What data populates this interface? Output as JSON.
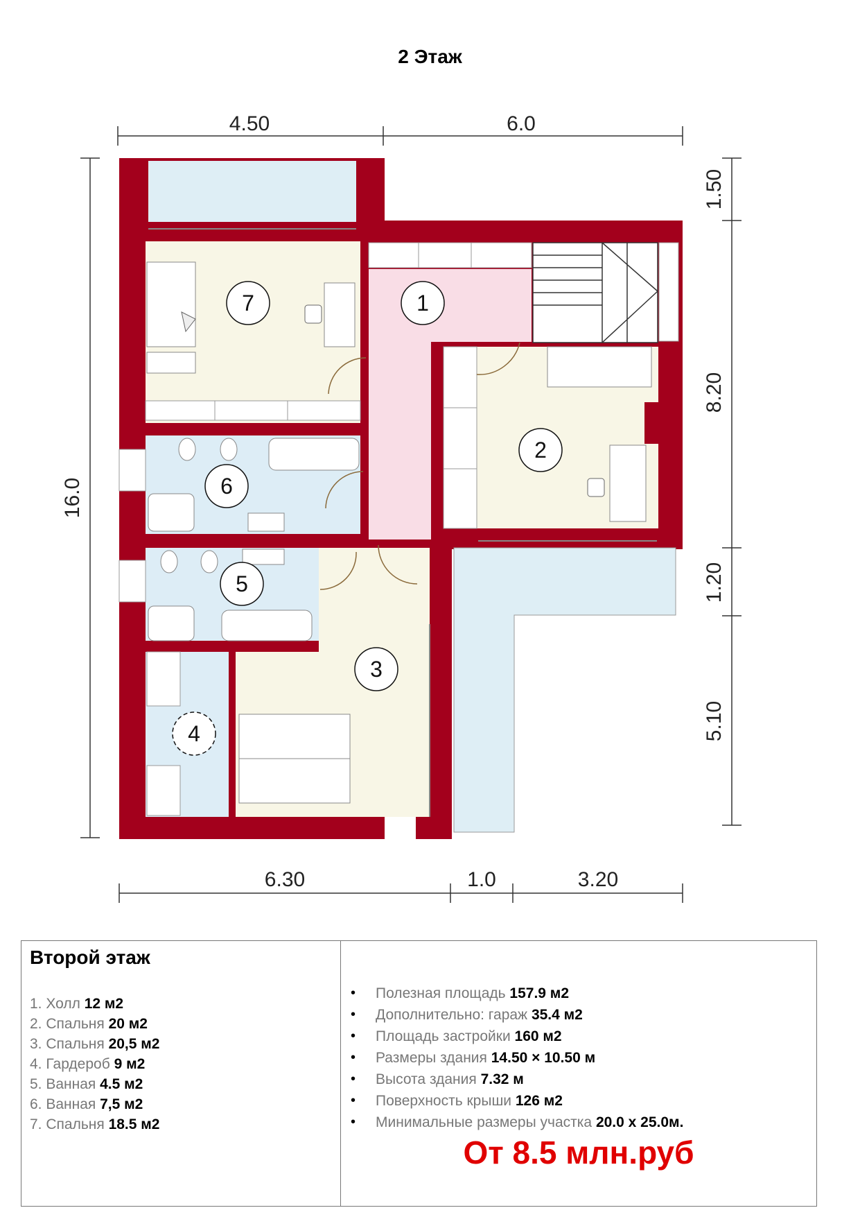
{
  "page": {
    "title": "2 Этаж"
  },
  "colors": {
    "wall": "#a3001c",
    "hall": "#f9dde6",
    "room": "#f8f6e6",
    "bath": "#ddedf6",
    "terrace": "#deeef5",
    "price": "#e00000"
  },
  "dimensions": {
    "top": [
      "4.50",
      "6.0"
    ],
    "bottom": [
      "6.30",
      "1.0",
      "3.20"
    ],
    "left": [
      "16.0"
    ],
    "right": [
      "1.50",
      "8.20",
      "1.20",
      "5.10"
    ]
  },
  "rooms": [
    {
      "num": "1",
      "name": "Холл"
    },
    {
      "num": "2",
      "name": "Спальня"
    },
    {
      "num": "3",
      "name": "Спальня"
    },
    {
      "num": "4",
      "name": "Гардероб"
    },
    {
      "num": "5",
      "name": "Ванная"
    },
    {
      "num": "6",
      "name": "Ванная"
    },
    {
      "num": "7",
      "name": "Спальня"
    }
  ],
  "info": {
    "heading": "Второй этаж",
    "room_list": [
      {
        "label": "1. Холл ",
        "value": "12 м2"
      },
      {
        "label": "2. Спальня ",
        "value": "20 м2"
      },
      {
        "label": "3. Спальня ",
        "value": "20,5 м2"
      },
      {
        "label": "4. Гардероб ",
        "value": "9 м2"
      },
      {
        "label": "5. Ванная ",
        "value": "4.5 м2"
      },
      {
        "label": "6. Ванная ",
        "value": "7,5 м2"
      },
      {
        "label": "7. Спальня ",
        "value": "18.5 м2"
      }
    ],
    "specs": [
      {
        "label": "Полезная площадь ",
        "value": "157.9 м2"
      },
      {
        "label": "Дополнительно: гараж ",
        "value": "35.4 м2"
      },
      {
        "label": "Площадь застройки ",
        "value": "160 м2"
      },
      {
        "label": "Размеры здания ",
        "value": "14.50 × 10.50 м"
      },
      {
        "label": "Высота здания ",
        "value": "7.32 м"
      },
      {
        "label": "Поверхность крыши ",
        "value": "126 м2"
      },
      {
        "label": "Минимальные размеры участка ",
        "value": "20.0 х 25.0м."
      }
    ],
    "price": "От 8.5 млн.руб"
  }
}
